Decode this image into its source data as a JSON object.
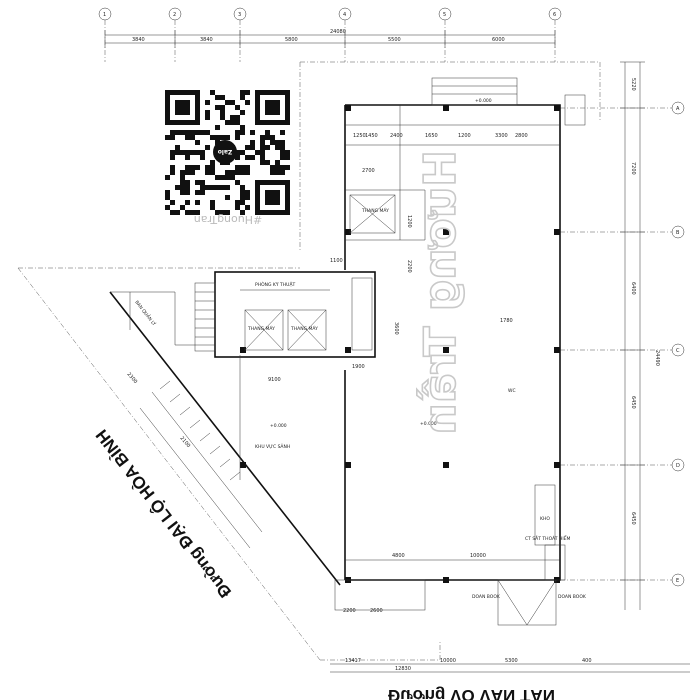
{
  "roads": {
    "left": "Đường ĐẠI LỘ HÒA BÌNH",
    "bottom": "Đường VÕ VĂN TẤN"
  },
  "watermark": {
    "qr_caption": "#HuongTran",
    "qr_badge": "Zalo",
    "diagonal": "Hương Trần"
  },
  "dims": {
    "top_total": "24080",
    "top_segments": [
      "3840",
      "3840",
      "5800",
      "5500",
      "6000"
    ],
    "right_total": "24490",
    "right_segments": [
      "5220",
      "7200",
      "6400",
      "6450",
      "6450"
    ],
    "interior_top": [
      "3300",
      "1250",
      "2400",
      "1450",
      "1650",
      "1200",
      "2800"
    ],
    "interior_misc": [
      "2700",
      "1200",
      "1100",
      "2200",
      "1780",
      "3600",
      "9100",
      "4800",
      "10000",
      "2600",
      "2200",
      "1900",
      "2300",
      "2100"
    ],
    "bottom": [
      "13417",
      "12830",
      "10000",
      "5300",
      "400"
    ]
  },
  "rooms": {
    "elevator_top": "THANG MÁY",
    "elevator_a": "THANG MÁY",
    "elevator_b": "THANG MÁY",
    "tech_room": "PHÒNG KỸ THUẬT",
    "management_room": "BAN QUẢN LÝ",
    "lobby": "KHU VỰC SẢNH",
    "wc": "WC",
    "storage": "KHO",
    "fire_stair": "CT SẮT THOÁT HIỂM",
    "ramp_1": "DOAN BOOK",
    "ramp_2": "DOAN BOOK"
  },
  "levels": {
    "lobby_level": "+0.000",
    "stair_level": "+0.000",
    "top_level": "+0.000"
  },
  "axis_bubbles": {
    "top": [
      "1",
      "2",
      "3",
      "4",
      "5",
      "6"
    ],
    "right": [
      "A",
      "B",
      "C",
      "D",
      "E"
    ]
  },
  "colors": {
    "line": "#111111",
    "watermark": "#c9c9c9",
    "background": "#ffffff"
  }
}
